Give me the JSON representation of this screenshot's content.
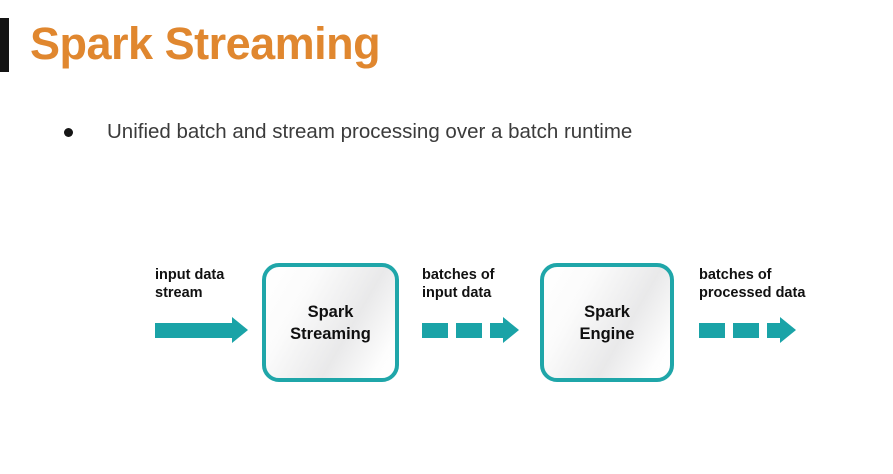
{
  "slide": {
    "title": "Spark Streaming",
    "accent_color": "#e0872f",
    "accent_bar_color": "#141414",
    "background_color": "#ffffff"
  },
  "bullets": [
    {
      "text": "Unified batch and stream processing over a batch runtime"
    }
  ],
  "diagram": {
    "teal_color": "#1aa3a7",
    "box_border_color": "#1fa6a9",
    "stages": [
      {
        "id": "input-data-stream",
        "kind": "flow-label",
        "label_line1": "input data",
        "label_line2": "stream",
        "arrow_style": "solid"
      },
      {
        "id": "spark-streaming",
        "kind": "process-box",
        "label_line1": "Spark",
        "label_line2": "Streaming"
      },
      {
        "id": "batches-of-input-data",
        "kind": "flow-label",
        "label_line1": "batches of",
        "label_line2": "input data",
        "arrow_style": "segmented"
      },
      {
        "id": "spark-engine",
        "kind": "process-box",
        "label_line1": "Spark",
        "label_line2": "Engine"
      },
      {
        "id": "batches-of-processed-data",
        "kind": "flow-label",
        "label_line1": "batches of",
        "label_line2": "processed data",
        "arrow_style": "segmented"
      }
    ]
  }
}
